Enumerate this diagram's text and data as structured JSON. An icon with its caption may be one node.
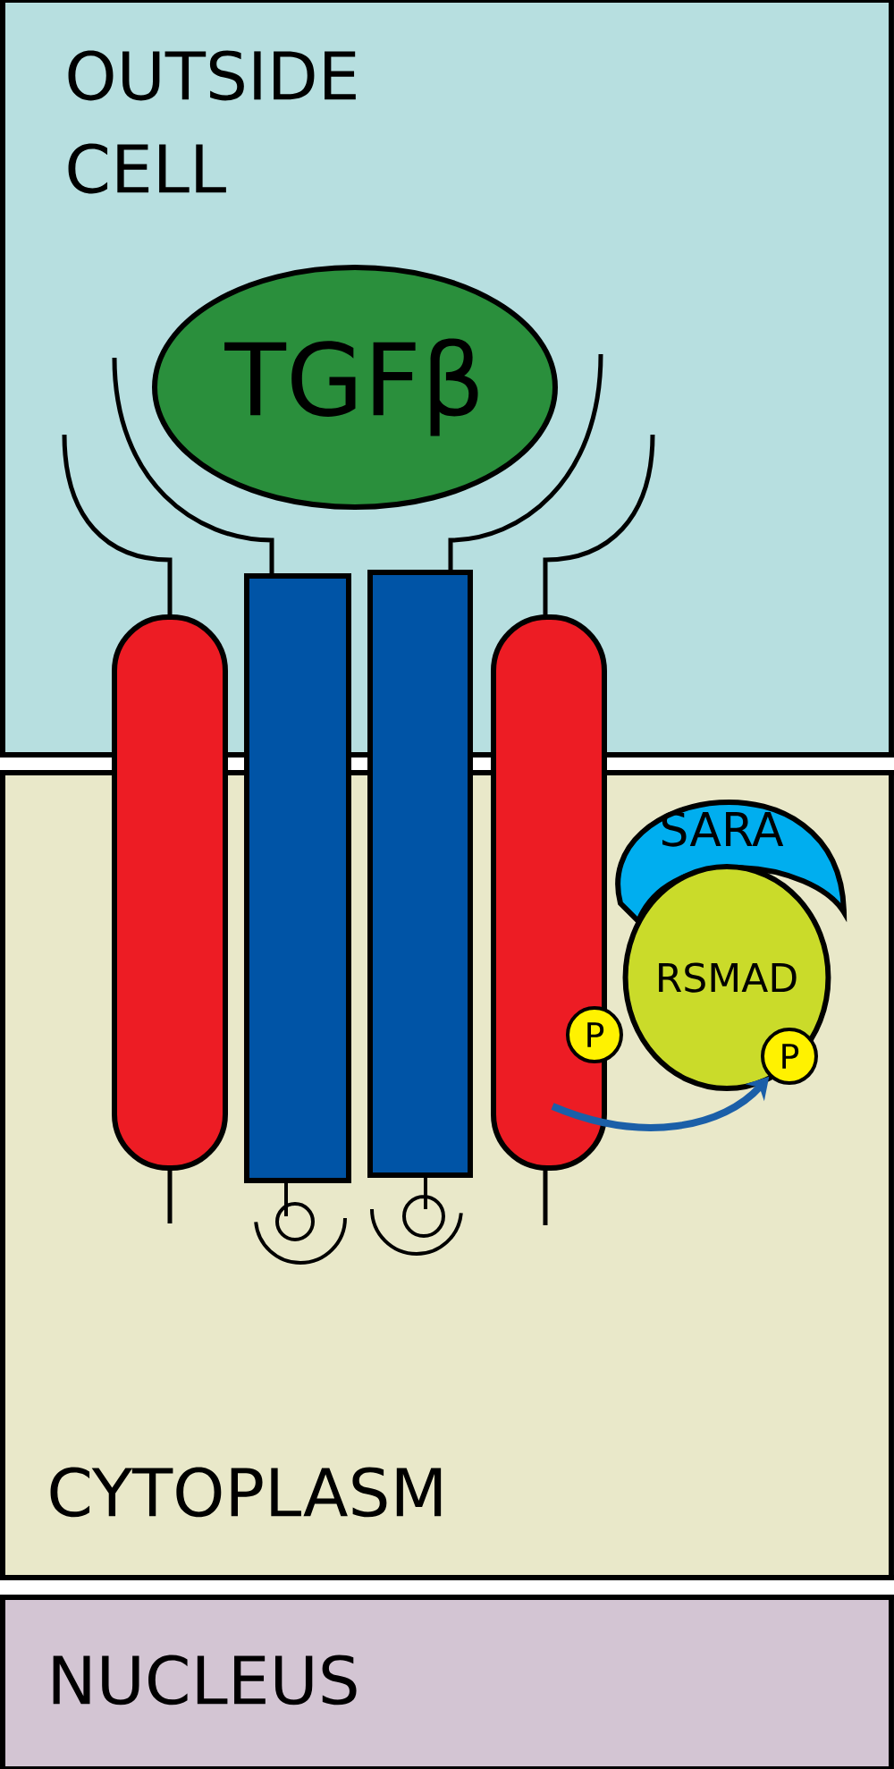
{
  "diagram": {
    "nodes": [
      {
        "text": [
          "OUTSIDE CELL"
        ]
      },
      {
        "text": [
          "TGFβ"
        ],
        "in": 0
      },
      {
        "text": [],
        "shape": "bar"
      },
      {
        "text": [],
        "shape": "bar"
      },
      {
        "text": [],
        "shape": "bar"
      },
      {
        "text": [],
        "shape": "bar"
      },
      {
        "text": [
          "CYTOPLASM"
        ]
      },
      {
        "text": [
          "SARA"
        ],
        "in": 6
      },
      {
        "text": [
          "RSMAD"
        ],
        "in": 6
      },
      {
        "text": [
          "P"
        ],
        "in": 6
      },
      {
        "text": [
          "P"
        ],
        "in": 8
      },
      {
        "text": [
          "NUCLEUS"
        ]
      }
    ],
    "edges": [
      {
        "from": 5,
        "to": 10,
        "arrow": "to",
        "color": "#1b5fa8"
      }
    ]
  }
}
